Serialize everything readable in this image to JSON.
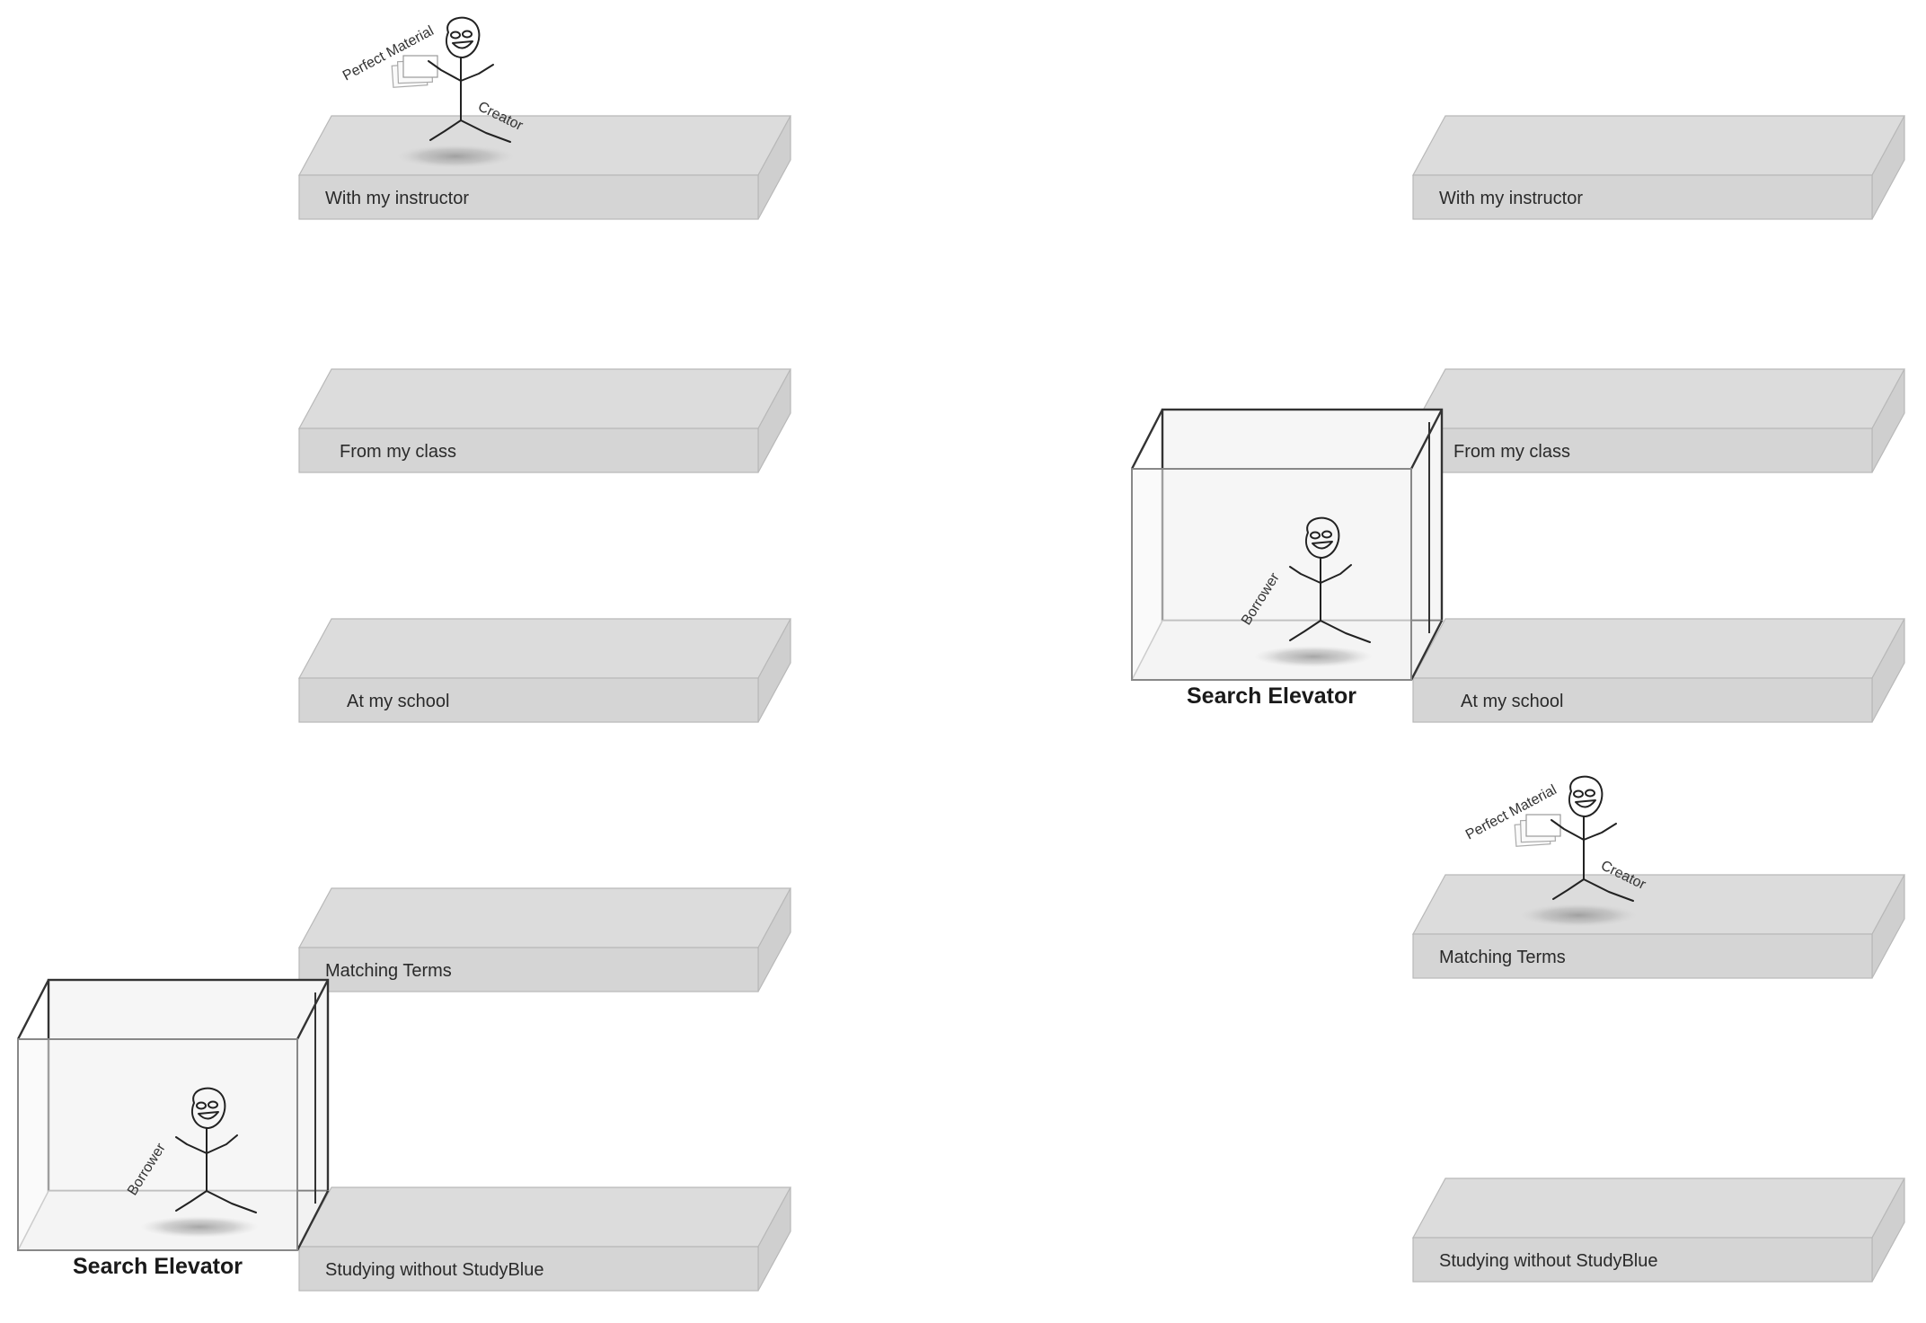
{
  "scenes": {
    "left": {
      "creator": {
        "material_label": "Perfect Material",
        "role_label": "Creator"
      },
      "platforms": [
        {
          "label": "With my instructor"
        },
        {
          "label": "From my class"
        },
        {
          "label": "At my school"
        },
        {
          "label": "Matching Terms"
        },
        {
          "label": "Studying without StudyBlue"
        }
      ],
      "elevator": {
        "title": "Search Elevator",
        "rider_label": "Borrower"
      }
    },
    "right": {
      "creator": {
        "material_label": "Perfect Material",
        "role_label": "Creator"
      },
      "platforms": [
        {
          "label": "With my instructor"
        },
        {
          "label": "From my class"
        },
        {
          "label": "At my school"
        },
        {
          "label": "Matching Terms"
        },
        {
          "label": "Studying without StudyBlue"
        }
      ],
      "elevator": {
        "title": "Search Elevator",
        "rider_label": "Borrower"
      }
    }
  },
  "colors": {
    "platform_top": "#dcdcdc",
    "platform_front": "#d5d5d5",
    "platform_side": "#cfcfcf",
    "platform_edge": "#b8b8b8",
    "elevator_frame": "#333333",
    "elevator_glass": "#f6f6f6",
    "figure_stroke": "#222222",
    "shadow": "#9a9a9a"
  }
}
